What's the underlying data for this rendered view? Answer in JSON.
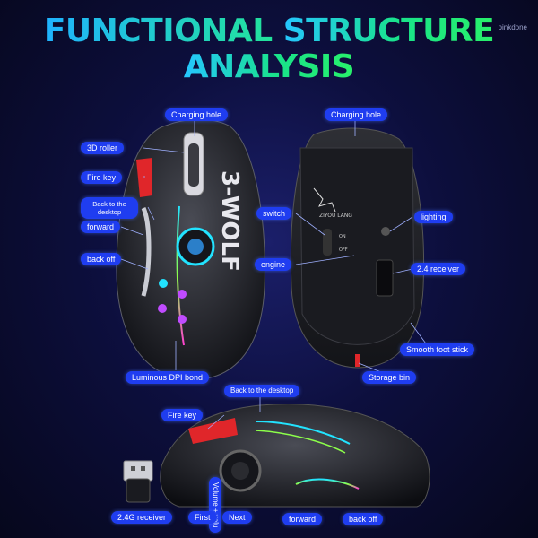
{
  "header": {
    "title_line1_a": "FUNCTIONAL",
    "title_line1_b": "STRUCTURE",
    "title_line2": "ANALYSIS",
    "watermark": "pinkdone"
  },
  "top_view_labels": {
    "charging_hole": "Charging hole",
    "roller": "3D roller",
    "fire_key": "Fire key",
    "back_to_desktop": "Back to the desktop",
    "forward": "forward",
    "back_off": "back off",
    "dpi": "Luminous DPI bond"
  },
  "bottom_view_labels": {
    "charging_hole": "Charging hole",
    "switch": "switch",
    "engine": "engine",
    "lighting": "lighting",
    "receiver": "2.4 receiver",
    "foot_stick": "Smooth foot stick",
    "storage": "Storage bin"
  },
  "side_view_labels": {
    "back_to_desktop": "Back to the desktop",
    "fire_key": "Fire key",
    "receiver": "2.4G receiver",
    "volume": "Volume + volu",
    "first": "First",
    "next": "Next",
    "forward": "forward",
    "back_off": "back off"
  },
  "product_print": {
    "brand": "3-WOLF",
    "logo_text": "ZIYOU LANG",
    "on": "ON",
    "off": "OFF"
  },
  "colors": {
    "label_bg": "#1f3df0",
    "accent_red": "#e0262a",
    "rgb_cyan": "#22e3ff",
    "rgb_magenta": "#c04bff"
  }
}
